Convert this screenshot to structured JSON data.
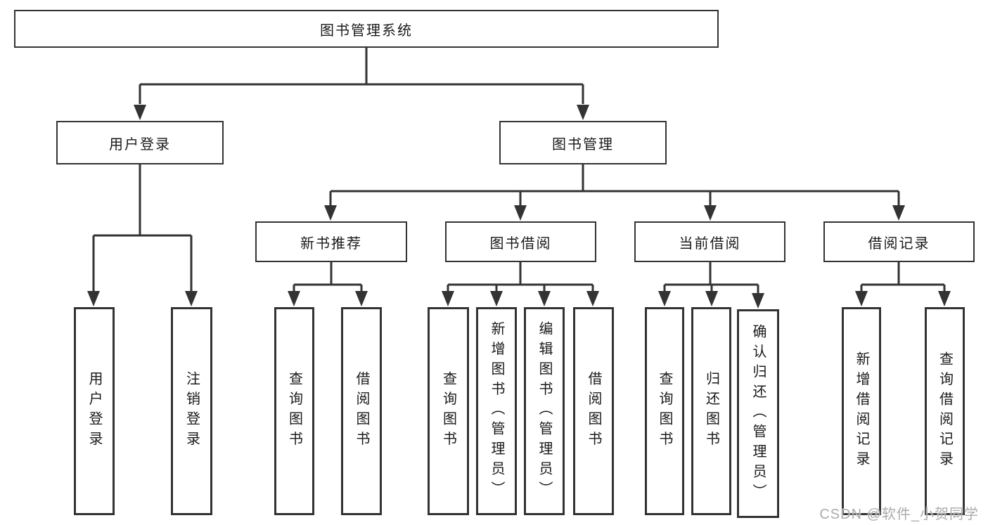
{
  "root_label": "图书管理系统",
  "user_login": {
    "label": "用户登录",
    "children": [
      "用户登录",
      "注销登录"
    ]
  },
  "book_management": {
    "label": "图书管理"
  },
  "new_books": {
    "label": "新书推荐",
    "children": [
      "查询图书",
      "借阅图书"
    ]
  },
  "book_borrowing": {
    "label": "图书借阅",
    "children": [
      "查询图书",
      "新增图书（管理员）",
      "编辑图书（管理员）",
      "借阅图书"
    ]
  },
  "current_borrowing": {
    "label": "当前借阅",
    "children": [
      "查询图书",
      "归还图书",
      "确认归还（管理员）"
    ]
  },
  "borrowing_records": {
    "label": "借阅记录",
    "children": [
      "新增借阅记录",
      "查询借阅记录"
    ]
  },
  "watermark": "CSDN @软件_小贺同学",
  "colors": {
    "line": "#333333",
    "text": "#1a1a1a",
    "watermark": "#ababab",
    "background": "#ffffff"
  }
}
